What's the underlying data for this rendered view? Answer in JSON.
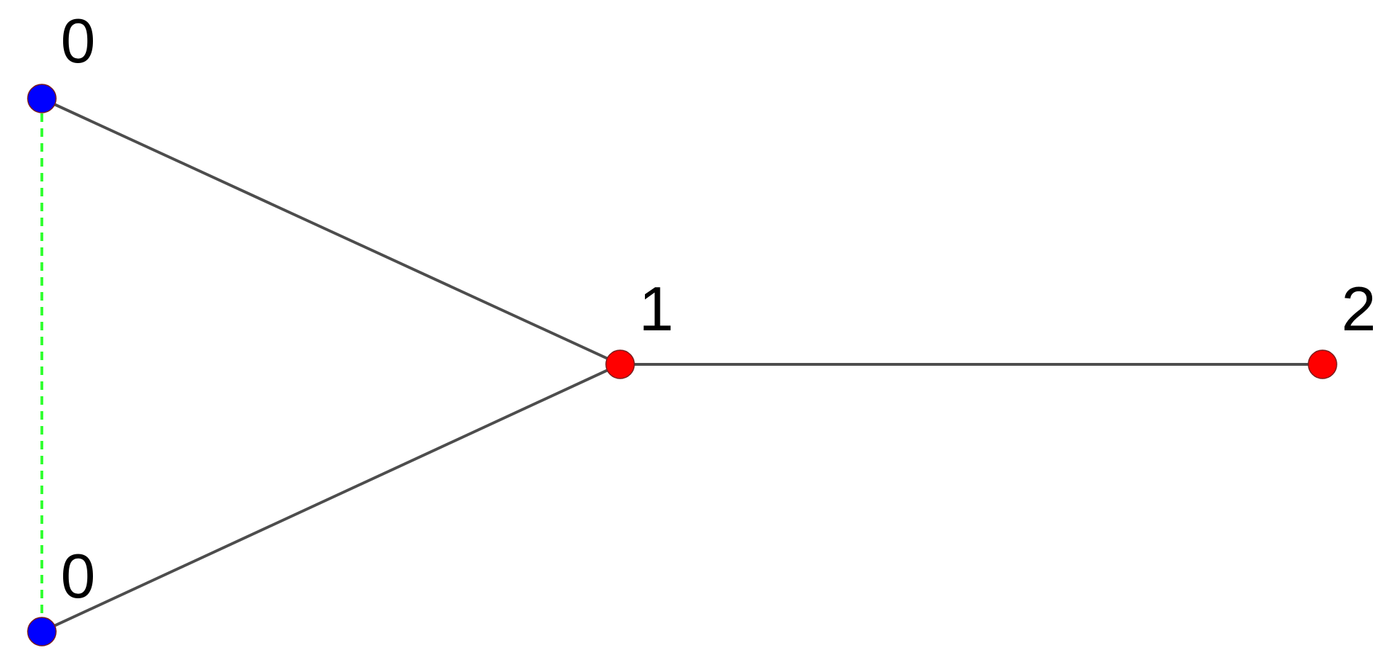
{
  "graph": {
    "nodes": [
      {
        "id": "top-left",
        "label": "0",
        "color": "#0000ff"
      },
      {
        "id": "bottom-left",
        "label": "0",
        "color": "#0000ff"
      },
      {
        "id": "center",
        "label": "1",
        "color": "#ff0000"
      },
      {
        "id": "right",
        "label": "2",
        "color": "#ff0000"
      }
    ],
    "edges": [
      {
        "from": "top-left",
        "to": "center",
        "style": "solid",
        "color": "#4d4d4d"
      },
      {
        "from": "bottom-left",
        "to": "center",
        "style": "solid",
        "color": "#4d4d4d"
      },
      {
        "from": "center",
        "to": "right",
        "style": "solid",
        "color": "#4d4d4d"
      },
      {
        "from": "top-left",
        "to": "bottom-left",
        "style": "dashed",
        "color": "#33ff33"
      }
    ]
  }
}
